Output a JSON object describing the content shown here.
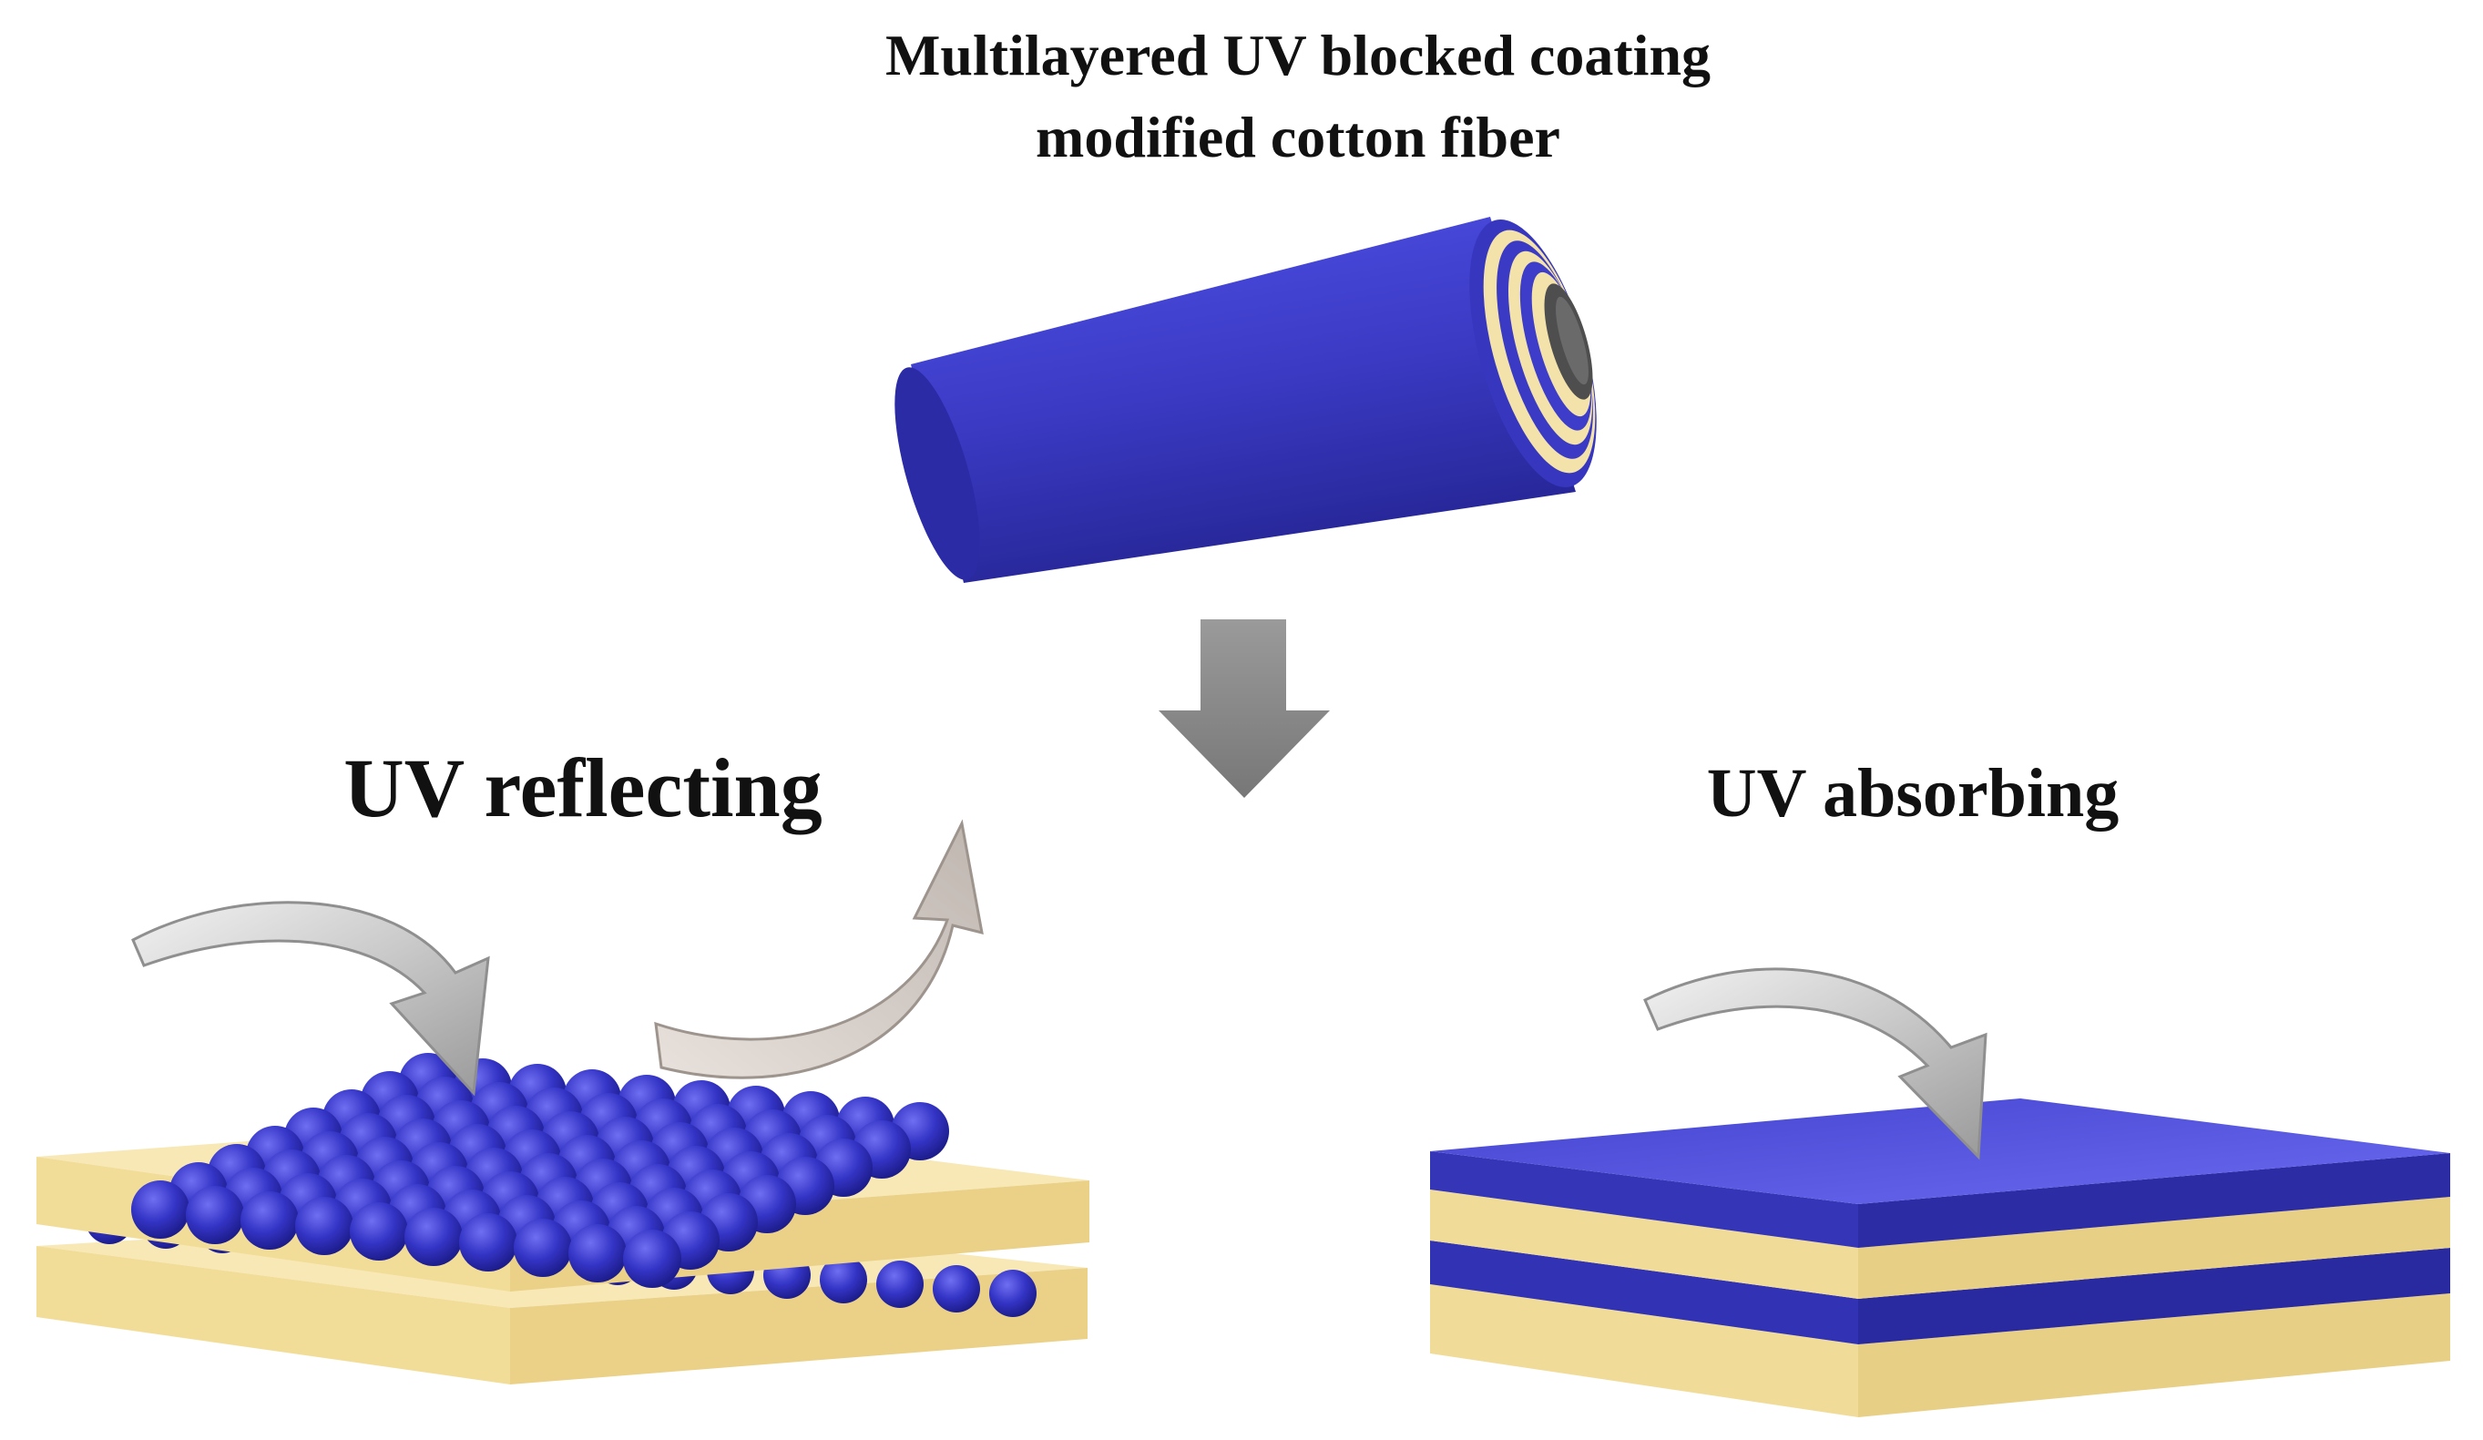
{
  "title": {
    "line1": "Multilayered UV blocked coating",
    "line2": "modified cotton fiber"
  },
  "panels": {
    "left": {
      "label": "UV reflecting"
    },
    "right": {
      "label": "UV absorbing"
    }
  },
  "colors": {
    "coating_blue": "#3a3ab8",
    "particle_blue": "#3535c8",
    "film_cream": "#f5e3a6",
    "film_cream_dark": "#e6cf86",
    "fiber_core": "#555555",
    "arrow_gray": "#b8b8b8"
  }
}
